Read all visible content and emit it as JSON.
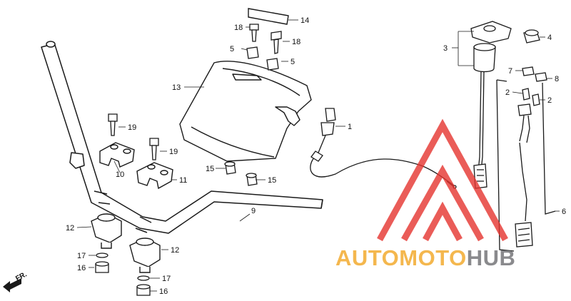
{
  "callouts": {
    "c1": "1",
    "c2a": "2",
    "c2b": "2",
    "c3": "3",
    "c4": "4",
    "c5a": "5",
    "c5b": "5",
    "c6": "6",
    "c7": "7",
    "c8": "8",
    "c9": "9",
    "c10": "10",
    "c11": "11",
    "c12a": "12",
    "c12b": "12",
    "c13": "13",
    "c14": "14",
    "c15a": "15",
    "c15b": "15",
    "c16a": "16",
    "c16b": "16",
    "c17a": "17",
    "c17b": "17",
    "c18a": "18",
    "c18b": "18",
    "c19a": "19",
    "c19b": "19"
  },
  "direction_label": "FR.",
  "watermark": {
    "word_part1": "AUTO",
    "word_part2": "MOTO",
    "word_part3": "HUB",
    "color_part1": "#f2a623",
    "color_part2": "#f2a623",
    "color_part3": "#6d6e71",
    "logo_color": "#e5342f"
  },
  "colors": {
    "line": "#1a1a1a",
    "background": "#ffffff"
  }
}
